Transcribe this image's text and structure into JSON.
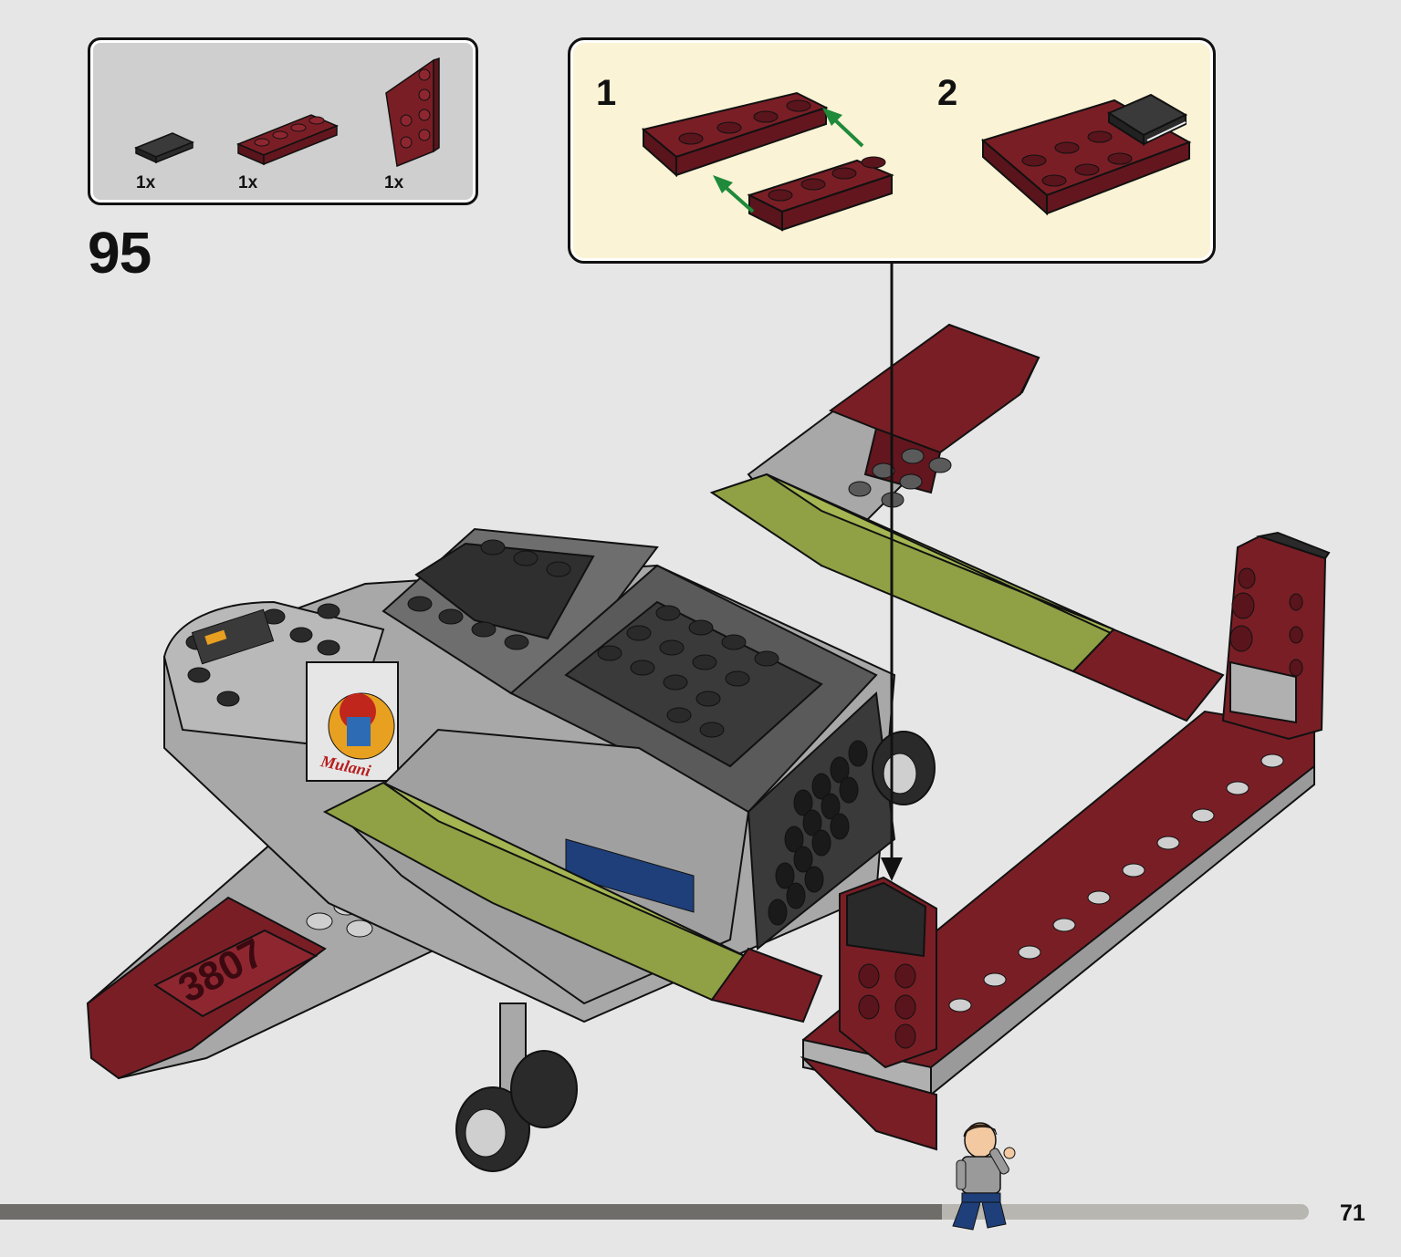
{
  "parts_list": {
    "items": [
      {
        "name": "tile-1x2-black",
        "qty": "1x",
        "color": "#3a3a3a"
      },
      {
        "name": "plate-1x4-dark-red",
        "qty": "1x",
        "color": "#7a1e26"
      },
      {
        "name": "wedge-plate-dark-red",
        "qty": "1x",
        "color": "#7a1e26"
      }
    ]
  },
  "step": {
    "number": "95"
  },
  "callout": {
    "substeps": [
      {
        "number": "1"
      },
      {
        "number": "2"
      }
    ],
    "arrow_color": "#1f8a3a"
  },
  "model": {
    "tail_number": "3807",
    "decal_text": "Mulani",
    "colors": {
      "dark_red": "#7a1e26",
      "olive": "#8fa144",
      "light_gray": "#a8a8a8",
      "dark_gray": "#5a5a5a",
      "black": "#2a2a2a"
    }
  },
  "progress": {
    "fraction": 0.72
  },
  "page": {
    "number": "71"
  }
}
